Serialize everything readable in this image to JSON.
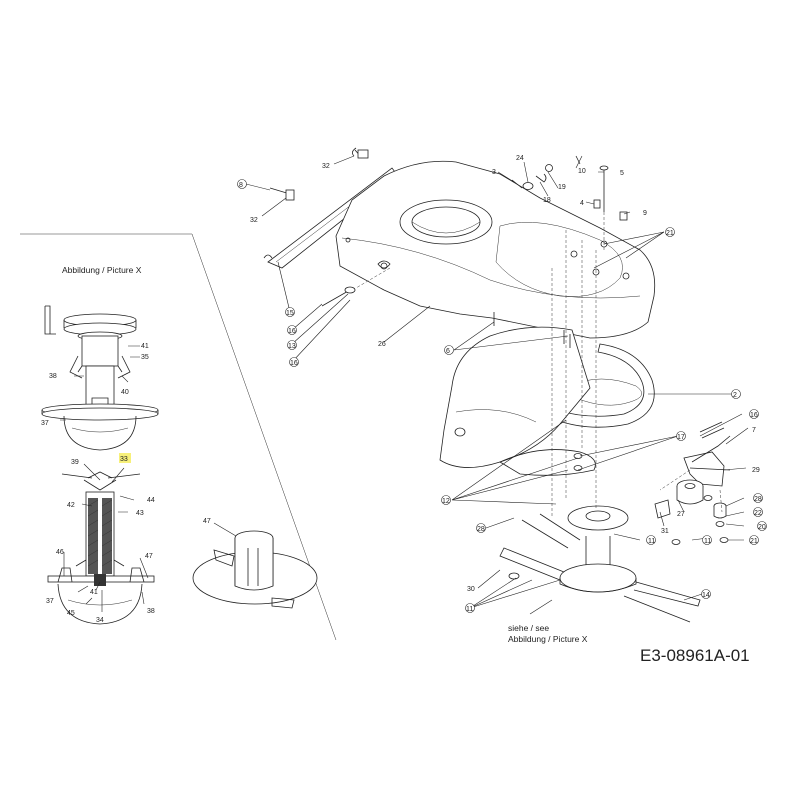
{
  "document": {
    "code": "E3-08961A-01"
  },
  "inset": {
    "caption": "Abbildung / Picture  X"
  },
  "see_note": {
    "line1": "siehe / see",
    "line2": "Abbildung / Picture  X"
  },
  "labels": {
    "p32a": "32",
    "p8a": "8",
    "p32b": "32",
    "p3": "3",
    "p24": "24",
    "p19": "19",
    "p18": "18",
    "p10": "10",
    "p5": "5",
    "p4": "4",
    "p9": "9",
    "p21a": "21",
    "p15a": "15",
    "p16a": "16",
    "p13a": "13",
    "p16b": "16",
    "p26": "26",
    "p6": "6",
    "p2": "2",
    "p16c": "16",
    "p7": "7",
    "p17": "17",
    "p29": "29",
    "p12": "12",
    "p28a": "28",
    "p28b": "28",
    "p27": "27",
    "p22": "22",
    "p20": "20",
    "p11a": "11",
    "p31": "31",
    "p11b": "11",
    "p21b": "21",
    "p30": "30",
    "p11c": "11",
    "p14": "14",
    "p41": "41",
    "p35": "35",
    "p38a": "38",
    "p40": "40",
    "p37a": "37",
    "p39": "39",
    "p33": "33",
    "p44": "44",
    "p42": "42",
    "p43": "43",
    "p46": "46",
    "p47a": "47",
    "p37b": "37",
    "p41b": "41",
    "p45": "45",
    "p34": "34",
    "p38b": "38",
    "p47b": "47"
  }
}
